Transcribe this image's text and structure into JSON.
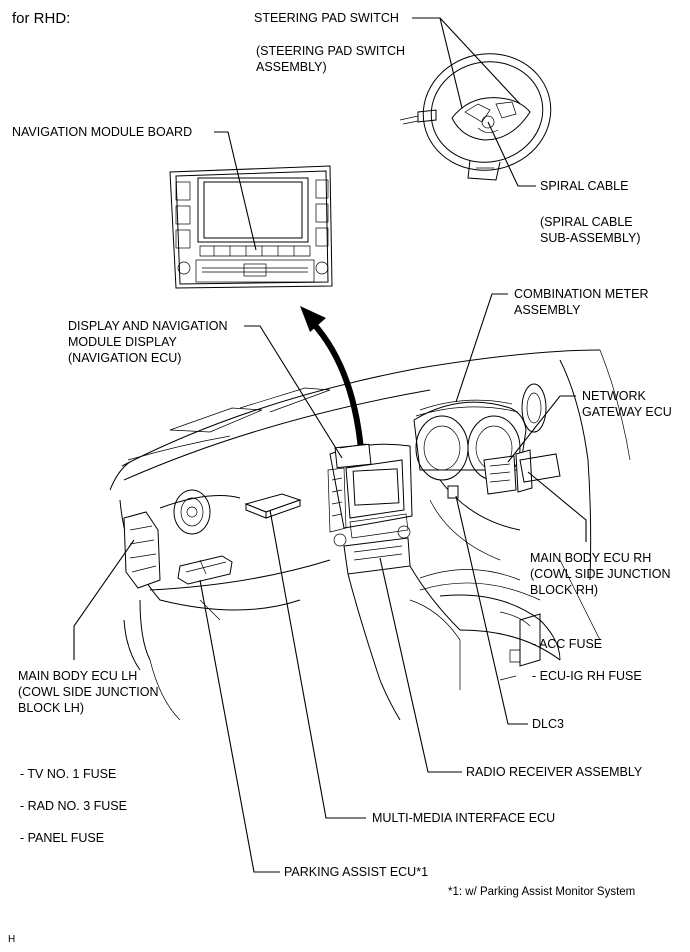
{
  "header": "for RHD:",
  "labels": {
    "steering_pad_switch": "STEERING PAD SWITCH",
    "steering_pad_switch_assy": "(STEERING PAD SWITCH\nASSEMBLY)",
    "navigation_module_board": "NAVIGATION MODULE BOARD",
    "spiral_cable": "SPIRAL CABLE",
    "spiral_cable_sub": "(SPIRAL CABLE\nSUB-ASSEMBLY)",
    "combination_meter": "COMBINATION METER\nASSEMBLY",
    "display_nav": "DISPLAY AND NAVIGATION\nMODULE DISPLAY\n(NAVIGATION ECU)",
    "network_gateway": "NETWORK\nGATEWAY ECU",
    "main_body_rh": "MAIN BODY ECU RH\n(COWL SIDE JUNCTION\nBLOCK RH)",
    "acc_fuse": "- ACC FUSE",
    "ecu_ig_rh_fuse": "- ECU-IG RH FUSE",
    "main_body_lh": "MAIN BODY ECU LH\n(COWL SIDE JUNCTION\nBLOCK LH)",
    "dlc3": "DLC3",
    "tv_fuse": "- TV NO. 1 FUSE",
    "radio_receiver": "RADIO RECEIVER ASSEMBLY",
    "rad_fuse": "- RAD NO. 3 FUSE",
    "multimedia_ecu": "MULTI-MEDIA INTERFACE ECU",
    "panel_fuse": "- PANEL FUSE",
    "parking_assist": "PARKING ASSIST ECU*1"
  },
  "footnote": "*1: w/ Parking Assist Monitor System",
  "corner_mark": "H"
}
